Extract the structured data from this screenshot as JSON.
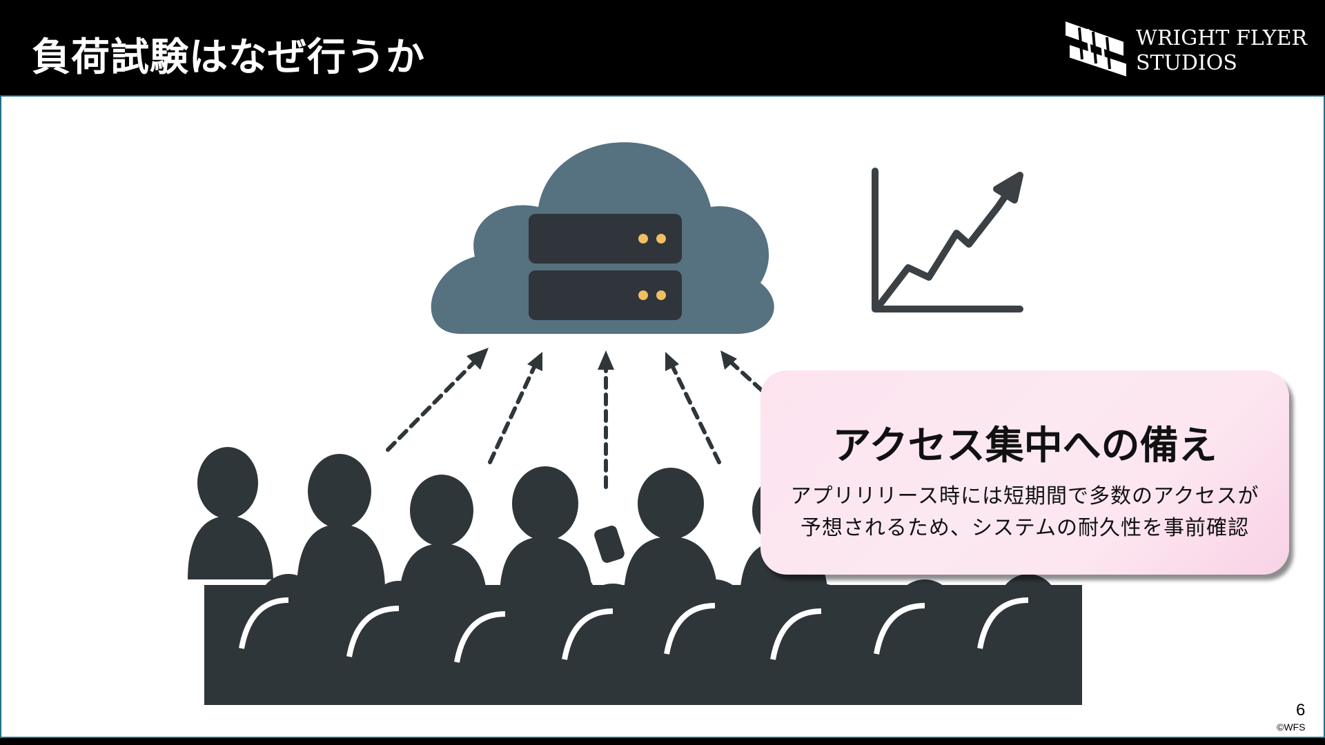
{
  "slide": {
    "title": "負荷試験はなぜ行うか",
    "page_number": "6",
    "copyright": "©WFS"
  },
  "logo": {
    "line1": "WRIGHT FLYER",
    "line2": "STUDIOS"
  },
  "callout": {
    "title": "アクセス集中への備え",
    "body_line1": "アプリリリース時には短期間で多数のアクセスが",
    "body_line2": "予想されるため、システムの耐久性を事前確認"
  },
  "colors": {
    "header": "#000000",
    "cloud": "#56717f",
    "server": "#2f353a",
    "server_led": "#f0bf63",
    "crowd": "#2f363a",
    "frame": "#1f6f8b",
    "callout_pink": "#fbe4ef"
  },
  "icons": [
    "cloud-server-icon",
    "growth-chart-icon",
    "crowd-icon"
  ]
}
